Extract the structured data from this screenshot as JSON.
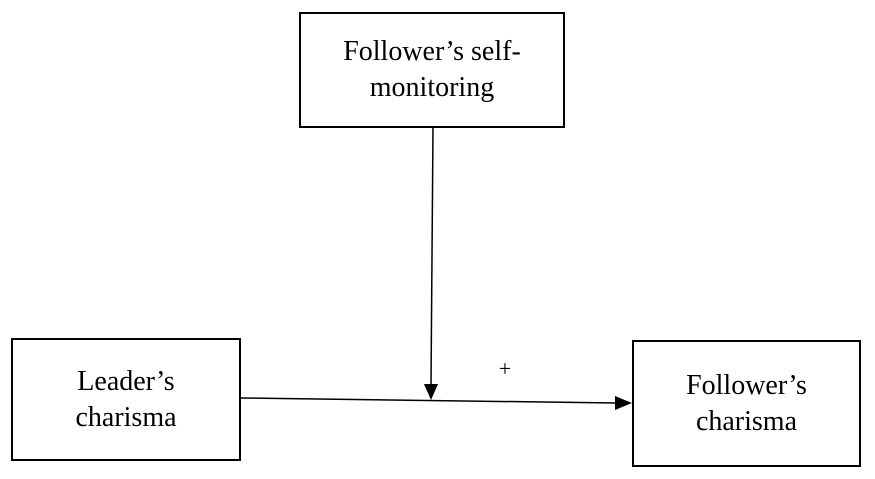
{
  "diagram": {
    "moderator": {
      "label": "Follower’s self-\nmonitoring"
    },
    "predictor": {
      "label": "Leader’s\ncharisma"
    },
    "outcome": {
      "label": "Follower’s\ncharisma"
    },
    "relationship_sign": "+",
    "colors": {
      "stroke": "#000000",
      "background": "#ffffff"
    }
  }
}
